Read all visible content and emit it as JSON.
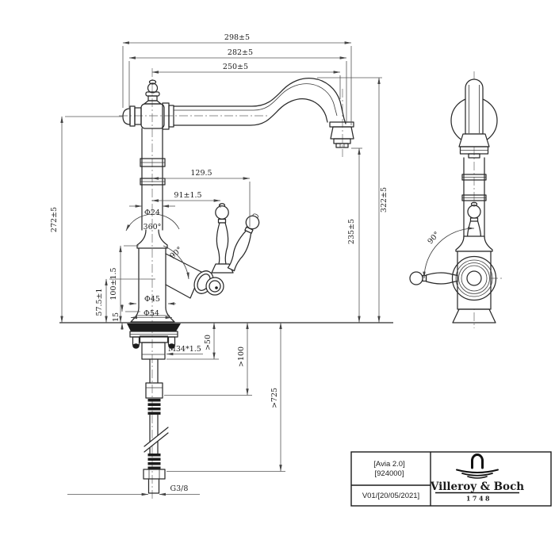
{
  "title_block": {
    "product": "[Avia 2.0]",
    "article": "[924000]",
    "revision": "V01/[20/05/2021]",
    "brand": "Villeroy & Boch",
    "year": "1748"
  },
  "dimensions": {
    "reach_overall": "298±5",
    "reach_mid": "282±5",
    "reach_spout": "250±5",
    "spout_height_total": "322±5",
    "outlet_clearance": "235±5",
    "body_height": "272±5",
    "handle_reach_max": "129.5",
    "handle_offset": "91±1.5",
    "column_diameter": "Φ24",
    "swivel_angle": "360°",
    "handle_angle_front": "90°",
    "handle_angle_side": "90°",
    "height_100": "100±1.5",
    "height_575": "57.5±1",
    "base_height": "15",
    "body_diameter": "Φ45",
    "base_diameter": "Φ54",
    "thread": "M34*1.5",
    "clearance_50": ">50",
    "clearance_100": ">100",
    "hose_length": ">725",
    "connection": "G3/8"
  }
}
